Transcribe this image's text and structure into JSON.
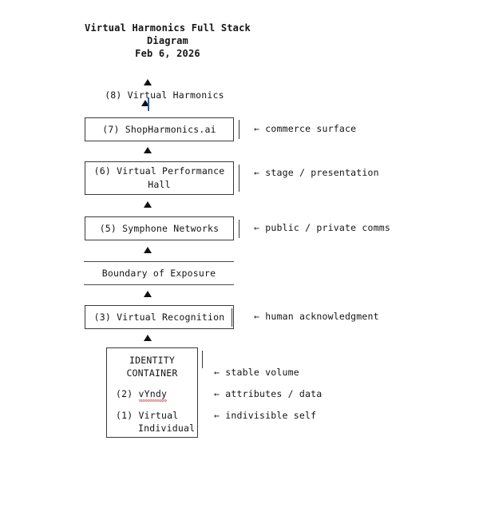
{
  "title": {
    "line1": "Virtual Harmonics Full Stack Diagram",
    "line2": "Feb 6, 2026"
  },
  "colors": {
    "background": "#ffffff",
    "text": "#141414",
    "box_border": "#3a3a3a",
    "arrow": "#111111",
    "caret": "#2f5fa8",
    "spellcheck": "#d06b6b"
  },
  "stack": {
    "node_8": {
      "label": "(8) Virtual Harmonics",
      "boxed": false,
      "annotation": ""
    },
    "node_7": {
      "label": "(7) ShopHarmonics.ai",
      "boxed": true,
      "annotation": "← commerce surface"
    },
    "node_6": {
      "label_line1": "(6) Virtual Performance",
      "label_line2": "Hall",
      "boxed": true,
      "annotation": "← stage / presentation"
    },
    "node_5": {
      "label": "(5) Symphone Networks",
      "boxed": true,
      "annotation": "← public / private comms"
    },
    "boundary": {
      "label": "Boundary of Exposure",
      "boxed": false,
      "annotation": ""
    },
    "node_3": {
      "label": "(3) Virtual Recognition",
      "boxed": true,
      "annotation": "← human acknowledgment"
    }
  },
  "identity_container": {
    "header_line1": "IDENTITY",
    "header_line2": "CONTAINER",
    "header_annotation": "← stable volume",
    "rows": [
      {
        "number": "(2)",
        "label": "vYndy",
        "misspelled": true,
        "annotation": "← attributes / data"
      },
      {
        "number": "(1)",
        "label_line1": "Virtual",
        "label_line2": "Individual",
        "misspelled": false,
        "annotation": "← indivisible self"
      }
    ]
  },
  "arrow_glyph": "▲"
}
